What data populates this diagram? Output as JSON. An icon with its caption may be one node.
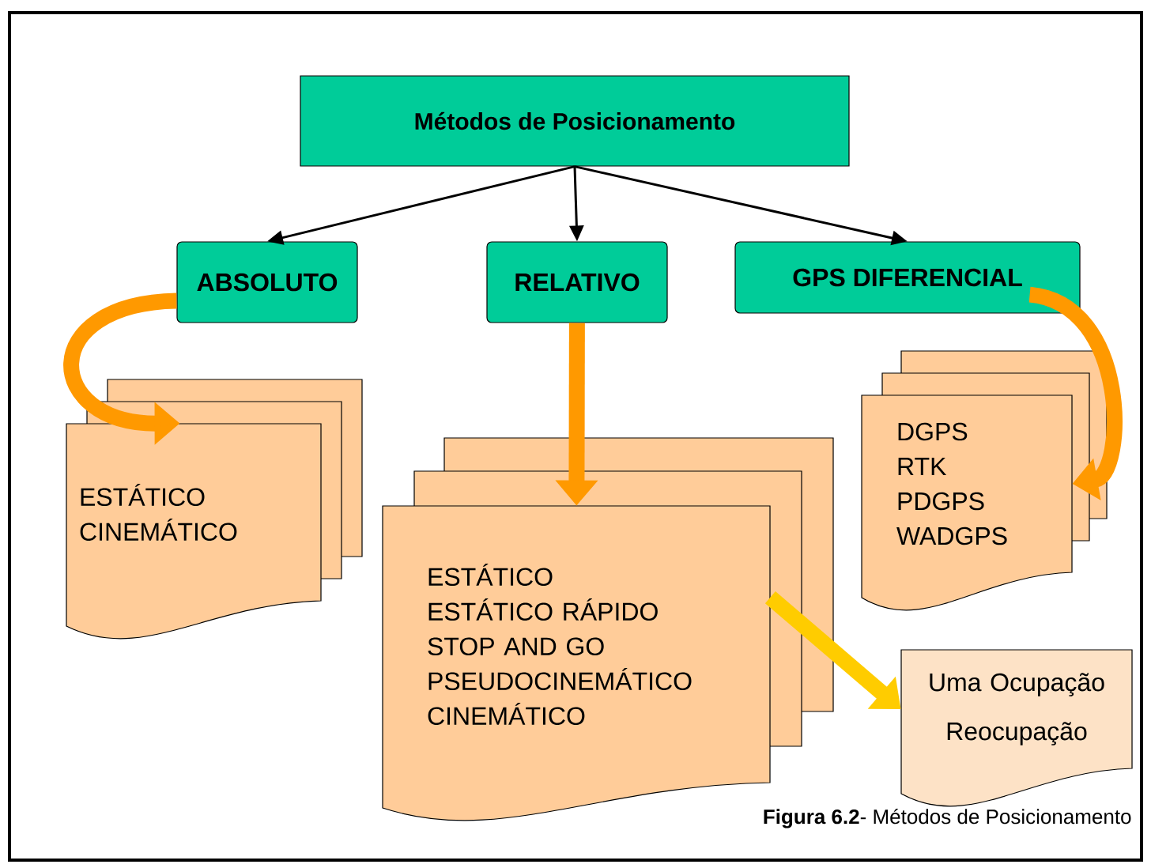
{
  "diagram": {
    "caption": "**Figura 6.2**- Métodos de Posicionamento",
    "nodes": [
      {
        "text": [
          "Métodos de Posicionamento"
        ]
      },
      {
        "text": [
          "ABSOLUTO"
        ]
      },
      {
        "text": [
          "RELATIVO"
        ]
      },
      {
        "text": [
          "GPS DIFERENCIAL"
        ]
      },
      {
        "text": [
          "ESTÁTICO",
          "CINEMÁTICO"
        ]
      },
      {
        "text": [
          "ESTÁTICO",
          "ESTÁTICO  RÁPIDO",
          "STOP AND GO",
          "PSEUDOCINEMÁTICO",
          "CINEMÁTICO"
        ]
      },
      {
        "text": [
          "DGPS",
          "RTK",
          "PDGPS",
          "WADGPS"
        ]
      },
      {
        "text": [
          "Uma Ocupação",
          "Reocupação"
        ]
      }
    ],
    "edges": [
      {
        "from": 0,
        "to": 1,
        "arrow": "to"
      },
      {
        "from": 0,
        "to": 2,
        "arrow": "to"
      },
      {
        "from": 0,
        "to": 3,
        "arrow": "to"
      },
      {
        "from": 1,
        "to": 4,
        "arrow": "to",
        "color": "#ff9900"
      },
      {
        "from": 2,
        "to": 5,
        "arrow": "to",
        "color": "#ff9900"
      },
      {
        "from": 3,
        "to": 6,
        "arrow": "to",
        "color": "#ff9900"
      },
      {
        "from": 5,
        "to": 7,
        "arrow": "to",
        "color": "#ffcc00"
      }
    ]
  }
}
